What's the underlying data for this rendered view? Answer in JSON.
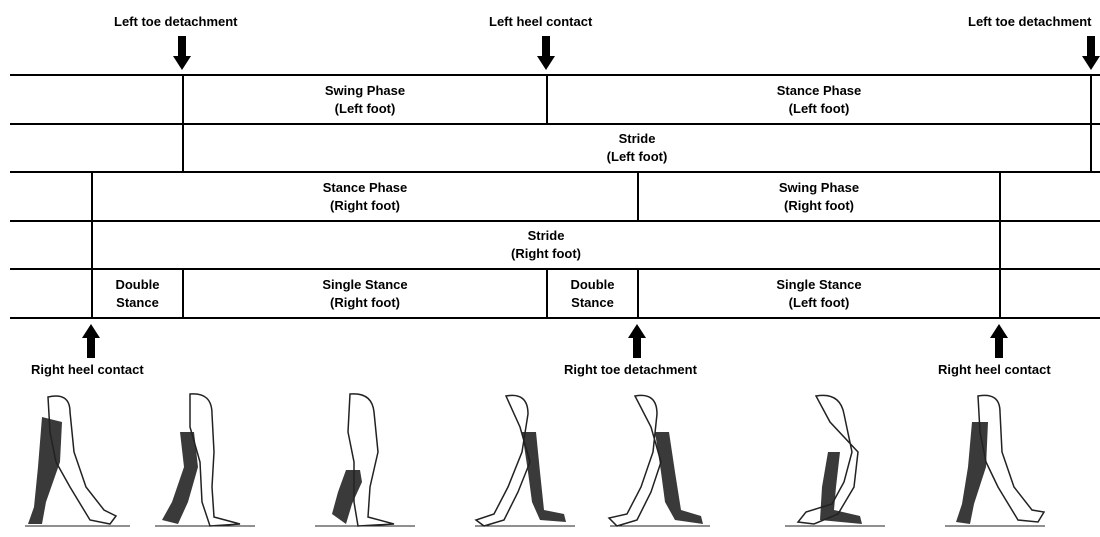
{
  "events_top": {
    "left_toe_detachment_1": "Left toe detachment",
    "left_heel_contact": "Left heel contact",
    "left_toe_detachment_2": "Left toe detachment"
  },
  "rows": {
    "left_phase": {
      "swing": [
        "Swing Phase",
        "(Left foot)"
      ],
      "stance": [
        "Stance Phase",
        "(Left foot)"
      ]
    },
    "left_stride": [
      "Stride",
      "(Left foot)"
    ],
    "right_phase": {
      "stance": [
        "Stance Phase",
        "(Right foot)"
      ],
      "swing": [
        "Swing Phase",
        "(Right foot)"
      ]
    },
    "right_stride": [
      "Stride",
      "(Right foot)"
    ],
    "support": {
      "double_1": [
        "Double",
        "Stance"
      ],
      "single_right": [
        "Single Stance",
        "(Right foot)"
      ],
      "double_2": [
        "Double",
        "Stance"
      ],
      "single_left": [
        "Single Stance",
        "(Left foot)"
      ]
    }
  },
  "events_bottom": {
    "right_heel_contact_1": "Right heel contact",
    "right_toe_detachment": "Right toe detachment",
    "right_heel_contact_2": "Right heel contact"
  },
  "colors": {
    "line": "#000000",
    "shaded_leg": "#3a3a3a",
    "outline": "#222222"
  }
}
